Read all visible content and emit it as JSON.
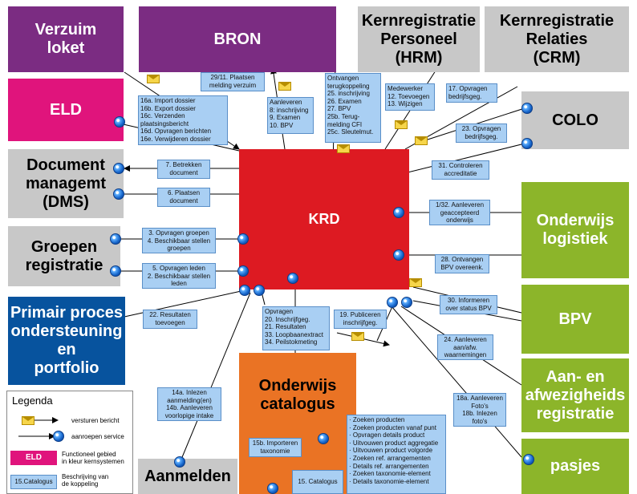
{
  "systems": {
    "verzuim": "Verzuim\nloket",
    "bron": "BRON",
    "hrm": "Kernregistratie\nPersoneel\n(HRM)",
    "crm": "Kernregistratie\nRelaties\n(CRM)",
    "eld": "ELD",
    "colo": "COLO",
    "dms": "Document\nmanagemt\n(DMS)",
    "krd": "KRD",
    "groepen": "Groepen\nregistratie",
    "onderwijs_logistiek": "Onderwijs\nlogistiek",
    "primair": "Primair proces\nondersteuning\nen\nportfolio",
    "bpv": "BPV",
    "aanafwezig": "Aan- en\nafwezigheids\nregistratie",
    "catalogus": "Onderwijs\ncatalogus",
    "aanmelden": "Aanmelden",
    "pasjes": "pasjes"
  },
  "labels": {
    "verzuim_melding": "29/11. Plaatsen\nmelding verzuim",
    "eld_dossier": "16a. Import dossier\n16b. Export dossier\n16c. Verzenden\nplaatsingsbericht\n16d. Opvragen berichten\n16e. Verwijderen dossier",
    "bron_aanleveren": "Aanleveren\n8: inschrijving\n9. Examen\n10. BPV",
    "bron_ontvangen": "Ontvangen\nterugkoppeling\n25. inschrijving\n26. Examen\n27. BPV\n25b. Terug-\nmelding CFI\n25c. Sleutelmut.",
    "hrm_medewerker": "Medewerker\n12. Toevoegen\n13. Wijzigen",
    "crm_bedrijf": "17. Opvragen\nbedrijfsgeg.",
    "colo_bedrijf": "23. Opvragen\nbedrijfsgeg.",
    "colo_accreditatie": "31. Controleren\naccreditatie",
    "dms_betrekken": "7. Betrekken\ndocument",
    "dms_plaatsen": "6. Plaatsen\ndocument",
    "ol_aanleveren": "1/32. Aanleveren\ngeaccepteerd\nonderwijs",
    "groepen_opvragen": "3. Opvragen groepen\n4. Beschikbaar stellen\ngroepen",
    "groepen_leden": "5. Opvragen leden\n2. Beschikbaar stellen\nleden",
    "bpv_ontvangen": "28. Ontvangen\nBPV overeenk.",
    "bpv_informeren": "30. Informeren\nover status BPV",
    "primair_resultaten": "22. Resultaten\ntoevoegen",
    "opvragen": "Opvragen\n20. Inschrijfgeg.\n21. Resultaten\n33. Loopbaanextract\n34. Peilstokmeting",
    "publiceren": "19. Publiceren\ninschrijfgeg.",
    "aa_waarnemingen": "24. Aanleveren\naan/afw.\nwaarnemingen",
    "aanmelden_inlezen": "14a. Inlezen\naanmelding(en)\n14b. Aanleveren\nvoorlopige intake",
    "pasjes_fotos": "18a. Aanleveren\nFoto's\n18b. Inlezen\nfoto's",
    "cat_importeren": "15b. Importeren\ntaxonomie",
    "cat_catalogus": "15. Catalogus",
    "cat_zoeken": "· Zoeken producten\n· Zoeken producten vanaf punt\n· Opvragen details product\n· Uitvouwen product aggregatie\n· Uitvouwen product volgorde\n· Zoeken ref. arrangementen\n· Details ref. arrangementen\n· Zoeken taxonomie-element\n· Details taxonomie-element"
  },
  "legend": {
    "title": "Legenda",
    "bericht": "versturen bericht",
    "service": "aanroepen service",
    "eld_sample": "ELD",
    "eld_text": "Functioneel gebied\nin kleur kernsystemen",
    "cat_sample": "15.Catalogus",
    "cat_text": "Beschrijving van\nde koppeling"
  },
  "colors": {
    "purple": "#7b2c82",
    "pink": "#e0147c",
    "grey": "#c8c8c8",
    "blue": "#07539e",
    "green": "#8cb52a",
    "red": "#dd1a22",
    "orange": "#ea7324",
    "label": "#a9cff3"
  }
}
